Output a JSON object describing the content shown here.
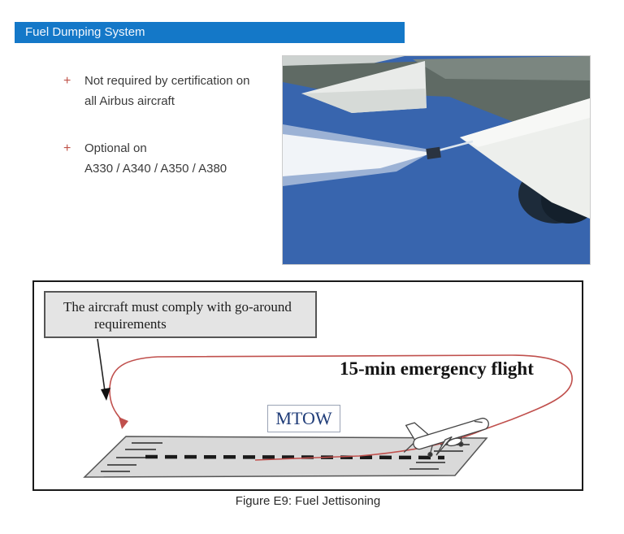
{
  "slide": {
    "title": "Fuel Dumping System"
  },
  "bullets": [
    {
      "marker": "+",
      "lines": [
        "Not required by certification on",
        "all Airbus aircraft"
      ]
    },
    {
      "marker": "+",
      "lines": [
        "Optional on",
        "A330 / A340 / A350 / A380"
      ]
    }
  ],
  "photo": {
    "description": "aircraft wing dumping fuel in flight against blue sky"
  },
  "diagram": {
    "callout": {
      "line1": "The aircraft must comply with go-around",
      "line2": "requirements"
    },
    "flight_label": "15-min emergency flight",
    "mtow_label": "MTOW",
    "caption": "Figure E9: Fuel Jettisoning"
  },
  "colors": {
    "header_bg": "#1478c8",
    "accent_red": "#c0544a",
    "path_red": "#c0504d",
    "mtow_blue": "#1f3c78",
    "runway_gray": "#d9d9d9",
    "callout_gray": "#e4e4e4"
  }
}
